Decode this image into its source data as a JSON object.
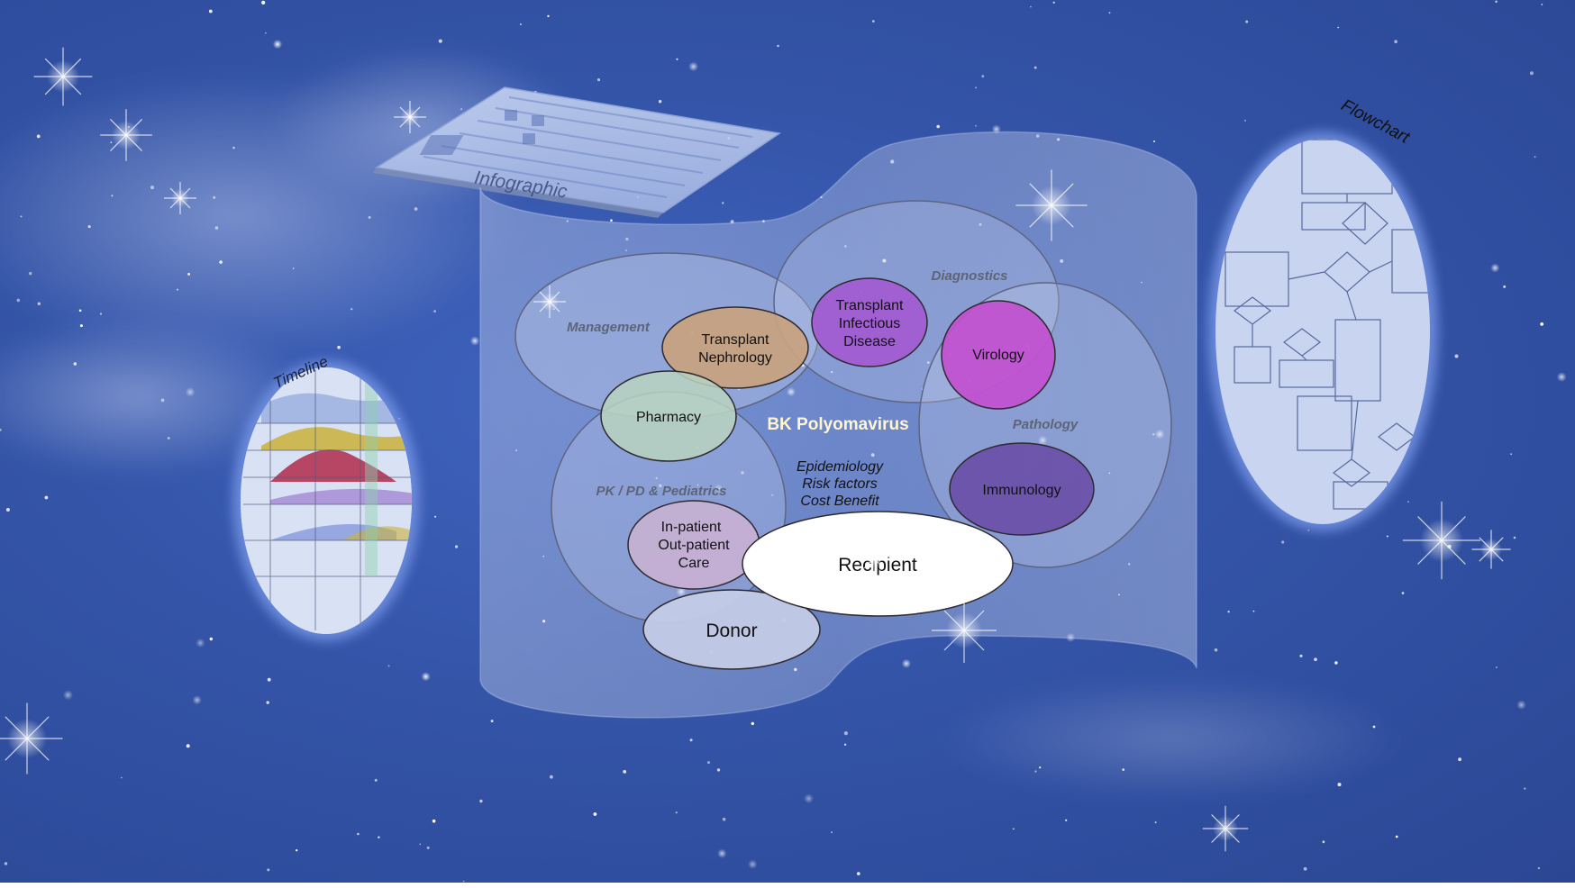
{
  "center_title": "BK Polyomavirus",
  "center_topics": [
    "Epidemiology",
    "Risk factors",
    "Cost Benefit"
  ],
  "domains": {
    "management": "Management",
    "diagnostics": "Diagnostics",
    "pathology": "Pathology",
    "pk_pd": "PK / PD & Pediatrics"
  },
  "specialties": {
    "transplant_nephrology": [
      "Transplant",
      "Nephrology"
    ],
    "transplant_infectious_disease": [
      "Transplant",
      "Infectious",
      "Disease"
    ],
    "virology": "Virology",
    "pharmacy": "Pharmacy",
    "immunology": "Immunology",
    "care": [
      "In-patient",
      "Out-patient",
      "Care"
    ],
    "recipient": "Recipient",
    "donor": "Donor"
  },
  "artifacts": {
    "infographic": "Infographic",
    "timeline": "Timeline",
    "flowchart": "Flowchart"
  },
  "colors": {
    "background": "#3454a8",
    "transplant_nephrology": "#c9a27e",
    "transplant_infectious_disease": "#a25bd1",
    "virology": "#c24fd0",
    "pharmacy": "#b8d4c0",
    "immunology": "#6b4fa8",
    "care": "#c7b1d2",
    "recipient": "#ffffff",
    "donor": "#c3cbe6"
  }
}
